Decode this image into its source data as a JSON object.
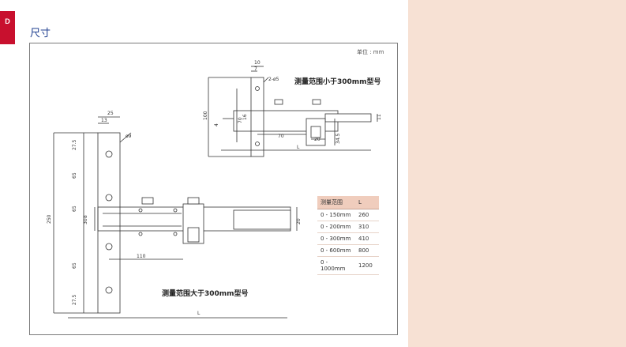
{
  "page": {
    "section_tab": "D",
    "title": "尺寸",
    "unit_label": "单位 : mm"
  },
  "captions": {
    "small": "测量范围小于300mm型号",
    "large": "测量范围大于300mm型号"
  },
  "table": {
    "headers": [
      "测量范围",
      "L"
    ],
    "rows": [
      [
        "0 - 150mm",
        "260"
      ],
      [
        "0 - 200mm",
        "310"
      ],
      [
        "0 - 300mm",
        "410"
      ],
      [
        "0 - 600mm",
        "800"
      ],
      [
        "0 - 1000mm",
        "1200"
      ]
    ]
  },
  "dims_large": [
    "25",
    "13",
    "ø9",
    "27.5",
    "65",
    "65",
    "8",
    "30",
    "250",
    "20",
    "110",
    "65",
    "27.5",
    "L"
  ],
  "dims_small": [
    "10",
    "7",
    "2-ø5",
    "100",
    "4",
    "70",
    "16",
    "70",
    "20",
    "34.5",
    "L",
    "11"
  ]
}
